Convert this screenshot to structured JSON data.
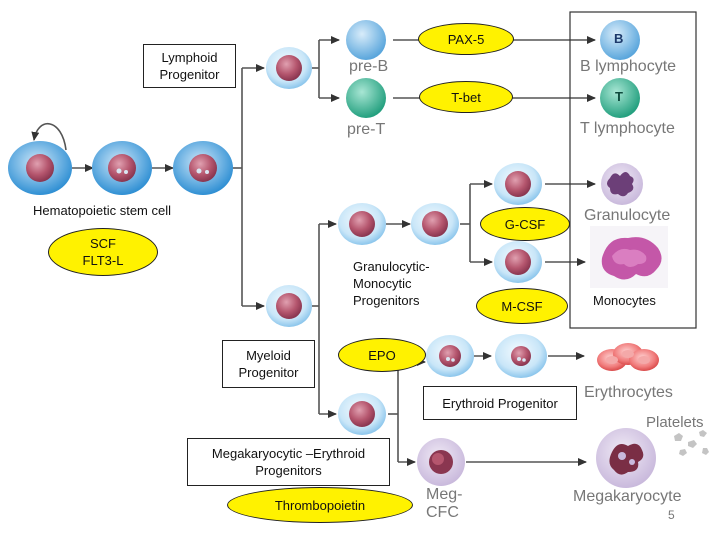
{
  "factors": {
    "pax5": "PAX-5",
    "tbet": "T-bet",
    "gcsf": "G-CSF",
    "mcsf": "M-CSF",
    "epo": "EPO",
    "scf_line1": "SCF",
    "scf_line2": "FLT3-L",
    "thrombopoietin": "Thrombopoietin"
  },
  "labels": {
    "lymphoid_line1": "Lymphoid",
    "lymphoid_line2": "Progenitor",
    "hsc": "Hematopoietic stem cell",
    "myeloid_line1": "Myeloid",
    "myeloid_line2": "Progenitor",
    "gm_line1": "Granulocytic-",
    "gm_line2": "Monocytic",
    "gm_line3": "Progenitors",
    "erythroid": "Erythroid Progenitor",
    "mep_line1": "Megakaryocytic –Erythroid",
    "mep_line2": "Progenitors",
    "pre_b": "pre-B",
    "pre_t": "pre-T",
    "b_lymphocyte": "B lymphocyte",
    "t_lymphocyte": "T lymphocyte",
    "granulocyte": "Granulocyte",
    "monocytes": "Monocytes",
    "erythrocytes": "Erythrocytes",
    "platelets": "Platelets",
    "megakaryocyte": "Megakaryocyte",
    "meg_cfc_line1": "Meg-",
    "meg_cfc_line2": "CFC",
    "b_letter": "B",
    "t_letter": "T",
    "page_number": "5"
  },
  "colors": {
    "cell_blue": "#2f8fd3",
    "cell_blue_light": "#9fd0f0",
    "nucleus": "#b5566e",
    "pre_b": "#7fbce6",
    "pre_t": "#3fb79a",
    "highlight_yellow": "#fff200",
    "label_gray": "#777777"
  }
}
